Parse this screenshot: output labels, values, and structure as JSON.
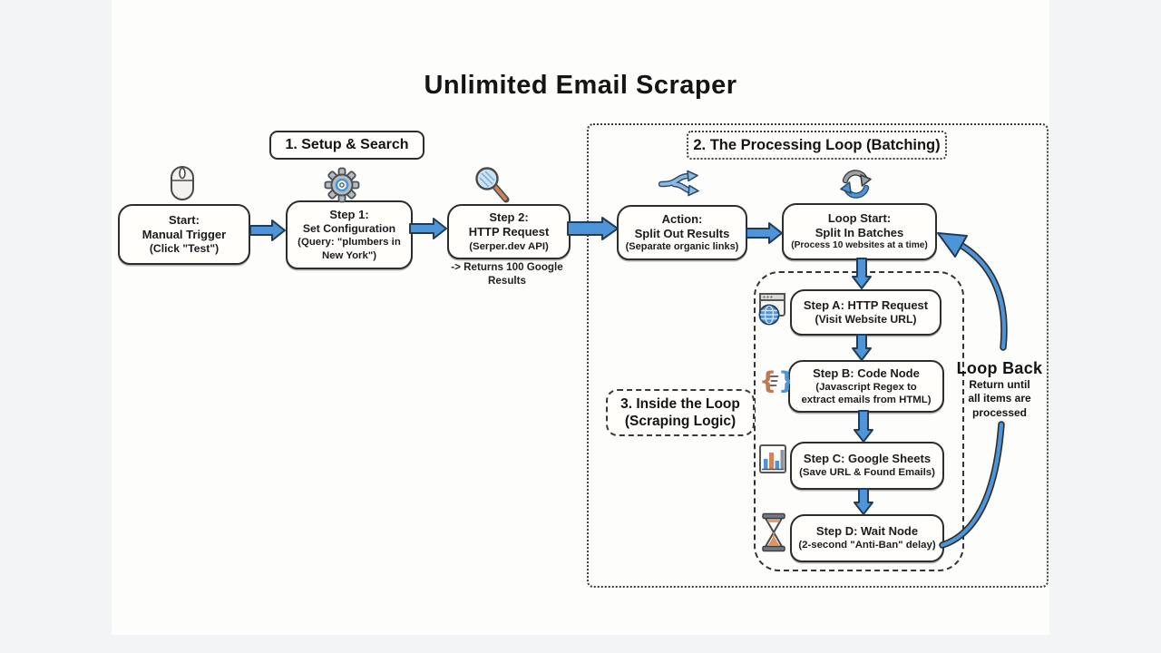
{
  "title": "Unlimited Email Scraper",
  "colors": {
    "arrow_blue": "#4d94d8",
    "ink": "#2d2d2d",
    "orange_accent": "#c9825a",
    "gray_accent": "#9aa2a9"
  },
  "sections": {
    "setup_search": "1. Setup & Search",
    "processing_loop": "2. The Processing Loop (Batching)",
    "inside_loop": [
      "3. Inside the Loop",
      "(Scraping Logic)"
    ]
  },
  "nodes": {
    "start": {
      "icon": "mouse-icon",
      "lines": [
        "Start:",
        "Manual Trigger",
        "(Click \"Test\")"
      ]
    },
    "step1": {
      "icon": "gear-icon",
      "lines": [
        "Step 1:",
        "Set Configuration",
        "(Query: \"plumbers in",
        "New York\")"
      ]
    },
    "step2": {
      "icon": "magnifier-icon",
      "lines": [
        "Step 2:",
        "HTTP Request",
        "(Serper.dev API)"
      ],
      "note": [
        "-> Returns 100 Google",
        "Results"
      ]
    },
    "action": {
      "icon": "split-icon",
      "lines": [
        "Action:",
        "Split Out Results",
        "(Separate organic links)"
      ]
    },
    "loop_start": {
      "icon": "refresh-icon",
      "lines": [
        "Loop Start:",
        "Split In Batches",
        "(Process 10 websites at a time)"
      ]
    },
    "step_a": {
      "icon": "browser-globe-icon",
      "lines": [
        "Step A: HTTP Request",
        "(Visit Website URL)"
      ]
    },
    "step_b": {
      "icon": "code-braces-icon",
      "lines": [
        "Step B: Code Node",
        "(Javascript Regex to",
        "extract emails from HTML)"
      ]
    },
    "step_c": {
      "icon": "bar-chart-icon",
      "lines": [
        "Step C: Google Sheets",
        "(Save URL & Found Emails)"
      ]
    },
    "step_d": {
      "icon": "hourglass-icon",
      "lines": [
        "Step D: Wait Node",
        "(2-second \"Anti-Ban\" delay)"
      ]
    }
  },
  "loop_back": {
    "title": "Loop Back",
    "lines": [
      "Return until",
      "all items are",
      "processed"
    ]
  }
}
